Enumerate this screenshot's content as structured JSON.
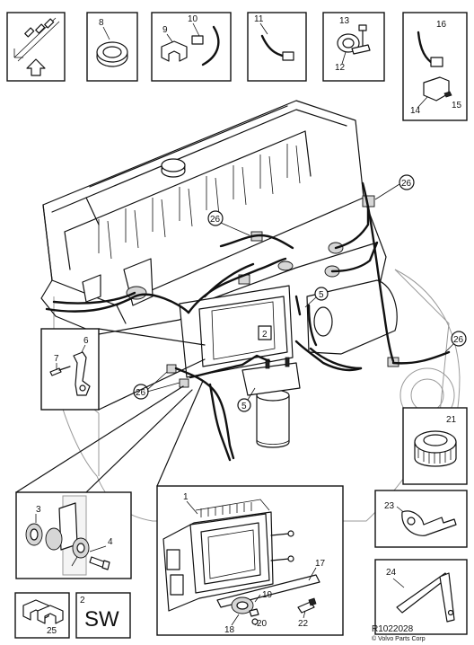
{
  "callouts": {
    "n1": "1",
    "n2": "2",
    "n3a": "3",
    "n3b": "3",
    "n4": "4",
    "n5a": "5",
    "n5b": "5",
    "n6": "6",
    "n7": "7",
    "n8": "8",
    "n9": "9",
    "n10": "10",
    "n11": "11",
    "n12": "12",
    "n13": "13",
    "n14": "14",
    "n15": "15",
    "n16": "16",
    "n17": "17",
    "n18": "18",
    "n19": "19",
    "n20": "20",
    "n21": "21",
    "n22": "22",
    "n23": "23",
    "n24": "24",
    "n25": "25",
    "n26a": "26",
    "n26b": "26",
    "n26c": "26",
    "n26d": "26",
    "sw_num": "2",
    "sw_text": "SW"
  },
  "footer": {
    "ref": "R1022028",
    "copyright": "© Volvo Parts Corp"
  },
  "icons": [
    "navigation-arrow-icon",
    "up-arrow-icon"
  ]
}
